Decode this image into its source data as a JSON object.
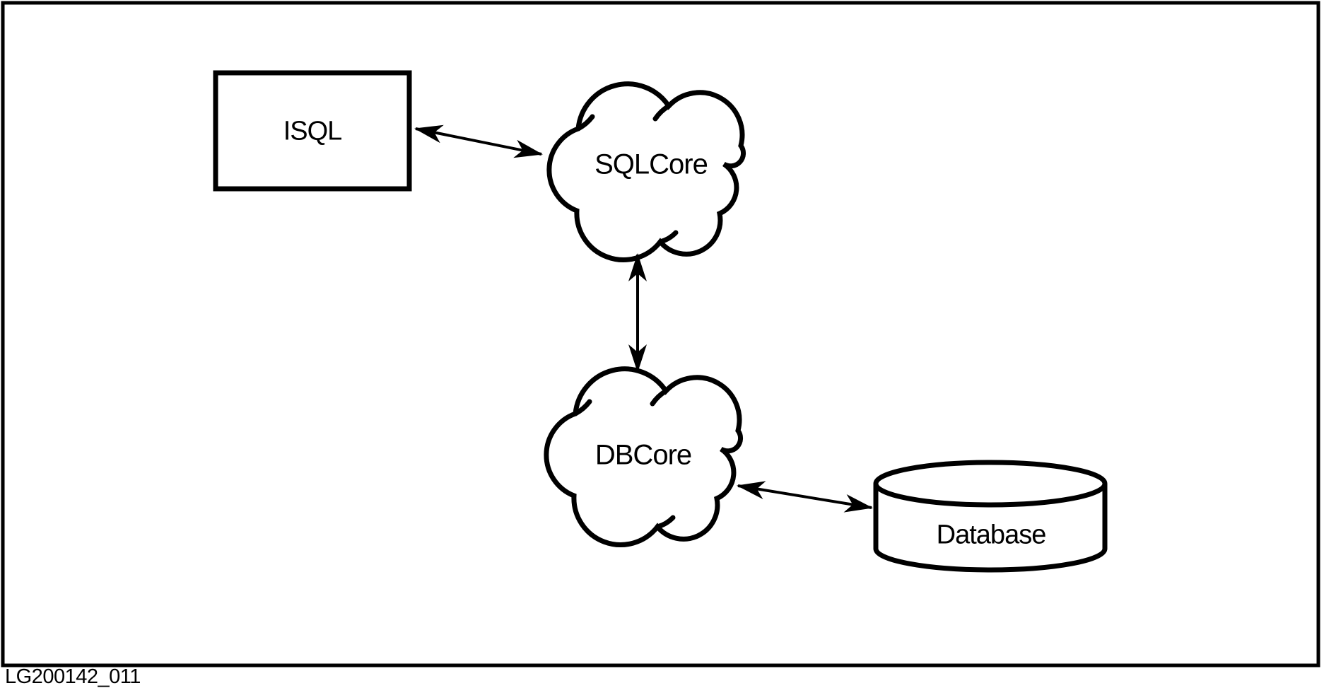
{
  "figure": {
    "id_label": "LG200142_011",
    "background_color": "#ffffff",
    "ink_color": "#000000"
  },
  "nodes": [
    {
      "id": "isql",
      "label": "ISQL",
      "shape": "rectangle"
    },
    {
      "id": "sqlcore",
      "label": "SQLCore",
      "shape": "cloud"
    },
    {
      "id": "dbcore",
      "label": "DBCore",
      "shape": "cloud"
    },
    {
      "id": "database",
      "label": "Database",
      "shape": "cylinder"
    }
  ],
  "edges": [
    {
      "from": "isql",
      "to": "sqlcore",
      "type": "double-headed-arrow"
    },
    {
      "from": "sqlcore",
      "to": "dbcore",
      "type": "double-headed-arrow"
    },
    {
      "from": "dbcore",
      "to": "database",
      "type": "double-headed-arrow"
    }
  ]
}
